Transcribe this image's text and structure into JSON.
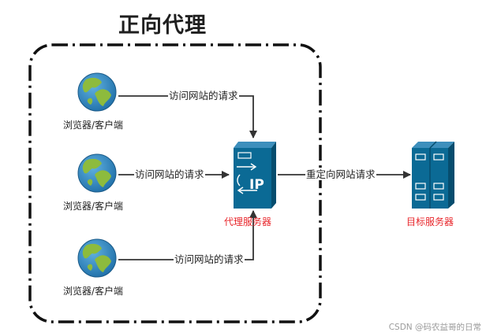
{
  "title": "正向代理",
  "clients": [
    {
      "label": "浏览器/客户端"
    },
    {
      "label": "浏览器/客户端"
    },
    {
      "label": "浏览器/客户端"
    }
  ],
  "edges": {
    "client1_to_proxy": "访问网站的请求",
    "client2_to_proxy": "访问网站的请求",
    "client3_to_proxy": "访问网站的请求",
    "proxy_to_target": "重定向网站请求"
  },
  "proxy": {
    "label": "代理服务器",
    "badge": "IP"
  },
  "target": {
    "label": "目标服务器"
  },
  "watermark": "CSDN @码农益哥的日常",
  "colors": {
    "server_blue": "#0b6a95",
    "server_dark": "#064d6e",
    "label_red": "#e8262b",
    "globe_ocean": "#2e86c1",
    "globe_land": "#8dbb3d",
    "arrow": "#333333"
  }
}
